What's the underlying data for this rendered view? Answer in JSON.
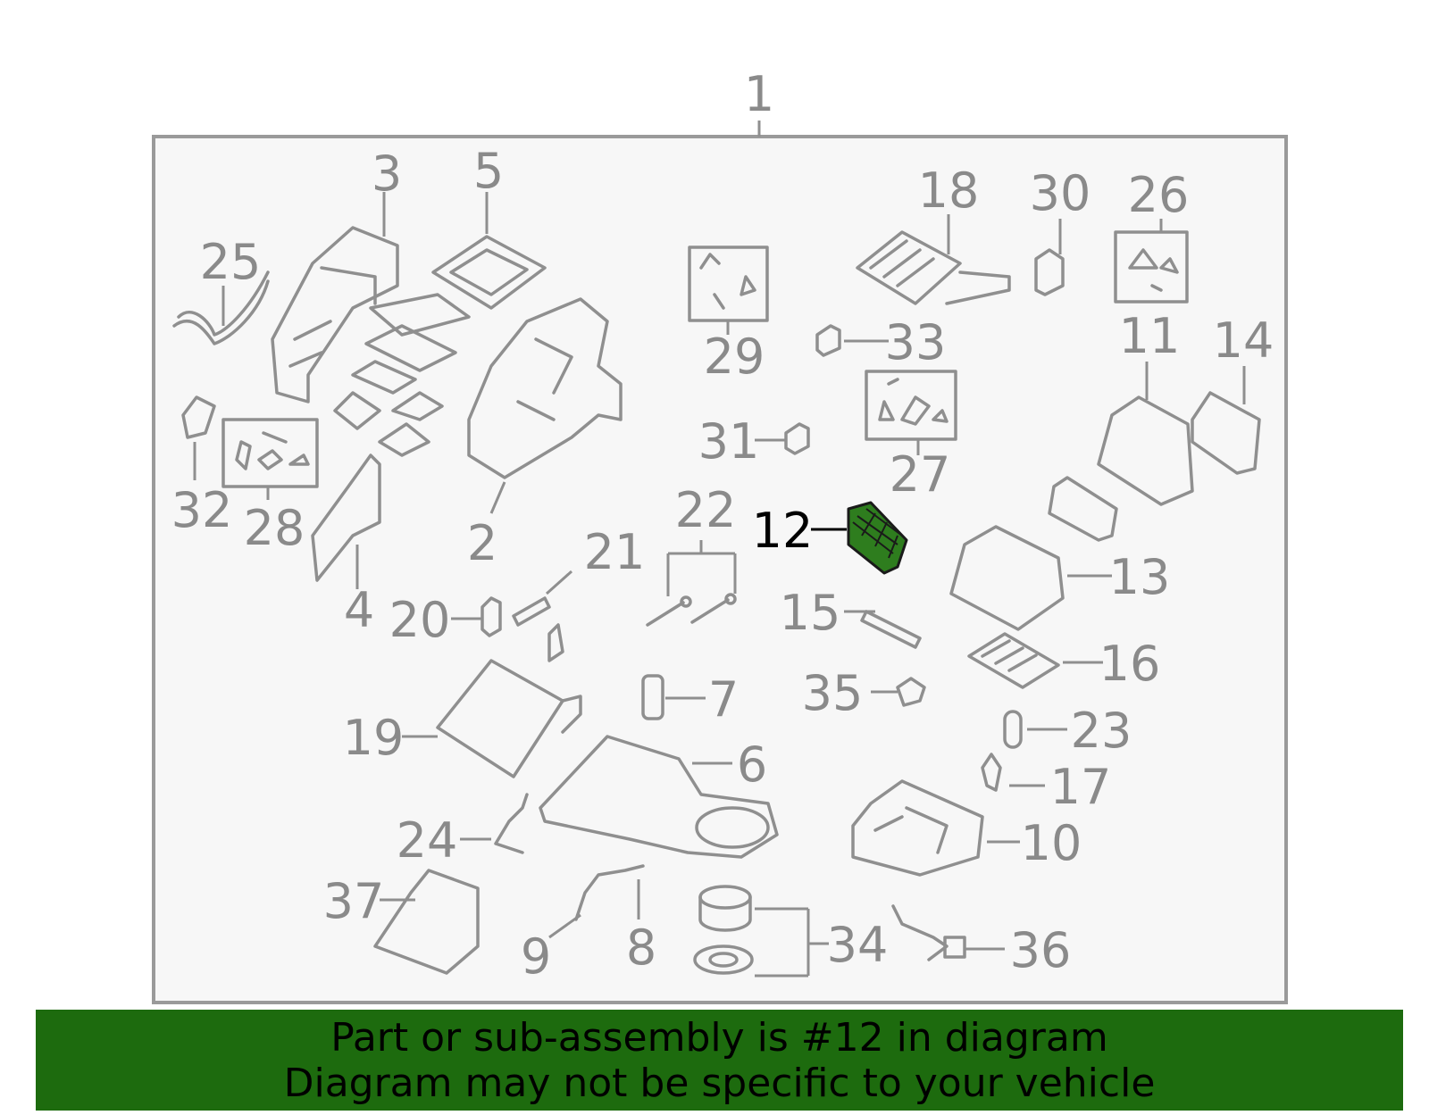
{
  "diagram": {
    "assembly_label": "1",
    "highlighted_label": "12",
    "labels": [
      "2",
      "3",
      "4",
      "5",
      "6",
      "7",
      "8",
      "9",
      "10",
      "11",
      "13",
      "14",
      "15",
      "16",
      "17",
      "18",
      "19",
      "20",
      "21",
      "22",
      "23",
      "24",
      "25",
      "26",
      "27",
      "28",
      "29",
      "30",
      "31",
      "32",
      "33",
      "34",
      "35",
      "36",
      "37"
    ],
    "colors": {
      "highlight_fill": "#2e7d1e",
      "part_stroke": "#8f8f8f",
      "panel_fill": "#f7f7f7"
    }
  },
  "banner": {
    "line1": "Part or sub-assembly is #12 in diagram",
    "line2": "Diagram may not be specific to your vehicle",
    "background": "#1d6b0e"
  }
}
